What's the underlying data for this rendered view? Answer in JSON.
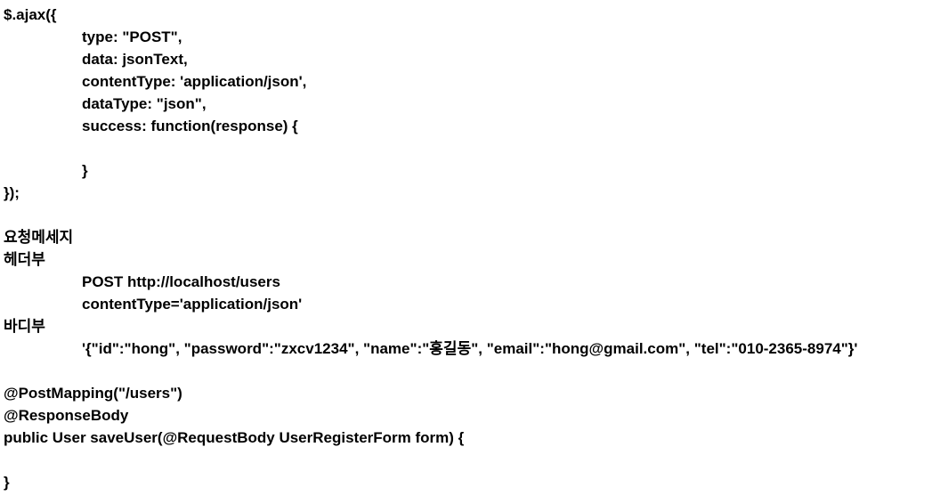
{
  "lines": [
    {
      "text": "$.ajax({",
      "indent": false
    },
    {
      "text": "type: \"POST\",",
      "indent": true
    },
    {
      "text": "data: jsonText,",
      "indent": true
    },
    {
      "text": "contentType: 'application/json',",
      "indent": true
    },
    {
      "text": "dataType: \"json\",",
      "indent": true
    },
    {
      "text": "success: function(response) {",
      "indent": true
    },
    {
      "text": "",
      "indent": true
    },
    {
      "text": "}",
      "indent": true
    },
    {
      "text": "});",
      "indent": false
    },
    {
      "text": "",
      "indent": false
    },
    {
      "text": "요청메세지",
      "indent": false
    },
    {
      "text": "헤더부",
      "indent": false
    },
    {
      "text": "POST http://localhost/users",
      "indent": true
    },
    {
      "text": "contentType='application/json'",
      "indent": true
    },
    {
      "text": "바디부",
      "indent": false
    },
    {
      "text": "'{\"id\":\"hong\", \"password\":\"zxcv1234\", \"name\":\"홍길동\", \"email\":\"hong@gmail.com\", \"tel\":\"010-2365-8974\"}'",
      "indent": true
    },
    {
      "text": "",
      "indent": false
    },
    {
      "text": "@PostMapping(\"/users\")",
      "indent": false
    },
    {
      "text": "@ResponseBody",
      "indent": false
    },
    {
      "text": "public User saveUser(@RequestBody UserRegisterForm form) {",
      "indent": false
    },
    {
      "text": "",
      "indent": false
    },
    {
      "text": "}",
      "indent": false
    }
  ]
}
